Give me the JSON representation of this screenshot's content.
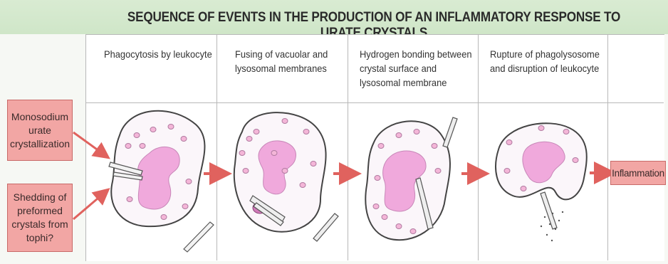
{
  "title": "SEQUENCE OF EVENTS IN THE PRODUCTION OF AN INFLAMMATORY RESPONSE TO URATE CRYSTALS",
  "steps": [
    {
      "label": "Phagocytosis by leukocyte"
    },
    {
      "label_line1": "Fusing of vacuolar and",
      "label_line2": "lysosomal membranes"
    },
    {
      "label_line1": "Hydrogen bonding between",
      "label_line2": "crystal surface and",
      "label_line3": "lysosomal membrane"
    },
    {
      "label_line1": "Rupture of phagolysosome",
      "label_line2": "and disruption of leukocyte"
    }
  ],
  "inputs": {
    "crystallization": {
      "line1": "Monosodium",
      "line2": "urate",
      "line3": "crystallization"
    },
    "shedding": {
      "line1": "Shedding of",
      "line2": "preformed",
      "line3": "crystals from",
      "line4": "tophi?"
    }
  },
  "outcome": "Inflammation",
  "colors": {
    "box_fill": "#f2a6a4",
    "arrow": "#e0625e",
    "cell_fill": "#fbf6fa",
    "nucleus": "#f0a9dc",
    "granule": "#f4b6d8",
    "header_band": "#d3e8cc"
  }
}
